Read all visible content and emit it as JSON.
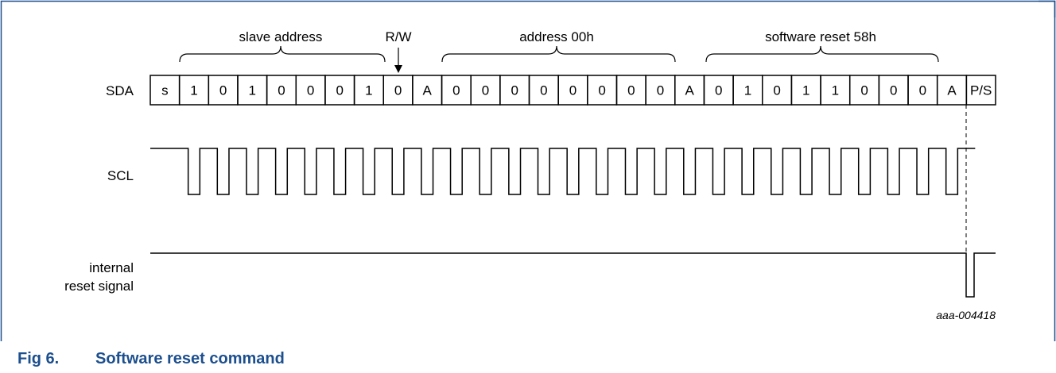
{
  "signals": {
    "sda": "SDA",
    "scl": "SCL",
    "reset_line1": "internal",
    "reset_line2": "reset signal"
  },
  "brackets": {
    "slave_address": "slave address",
    "rw": "R/W",
    "address": "address 00h",
    "software_reset": "software reset 58h"
  },
  "sda_bits": [
    "s",
    "1",
    "0",
    "1",
    "0",
    "0",
    "0",
    "1",
    "0",
    "A",
    "0",
    "0",
    "0",
    "0",
    "0",
    "0",
    "0",
    "0",
    "A",
    "0",
    "1",
    "0",
    "1",
    "1",
    "0",
    "0",
    "0",
    "A",
    "P/S"
  ],
  "figure_id": "aaa-004418",
  "caption": {
    "number": "Fig 6.",
    "title": "Software reset command"
  },
  "colors": {
    "frame": "#1c4f8e",
    "caption": "#1c4f8e",
    "line": "#000000"
  }
}
